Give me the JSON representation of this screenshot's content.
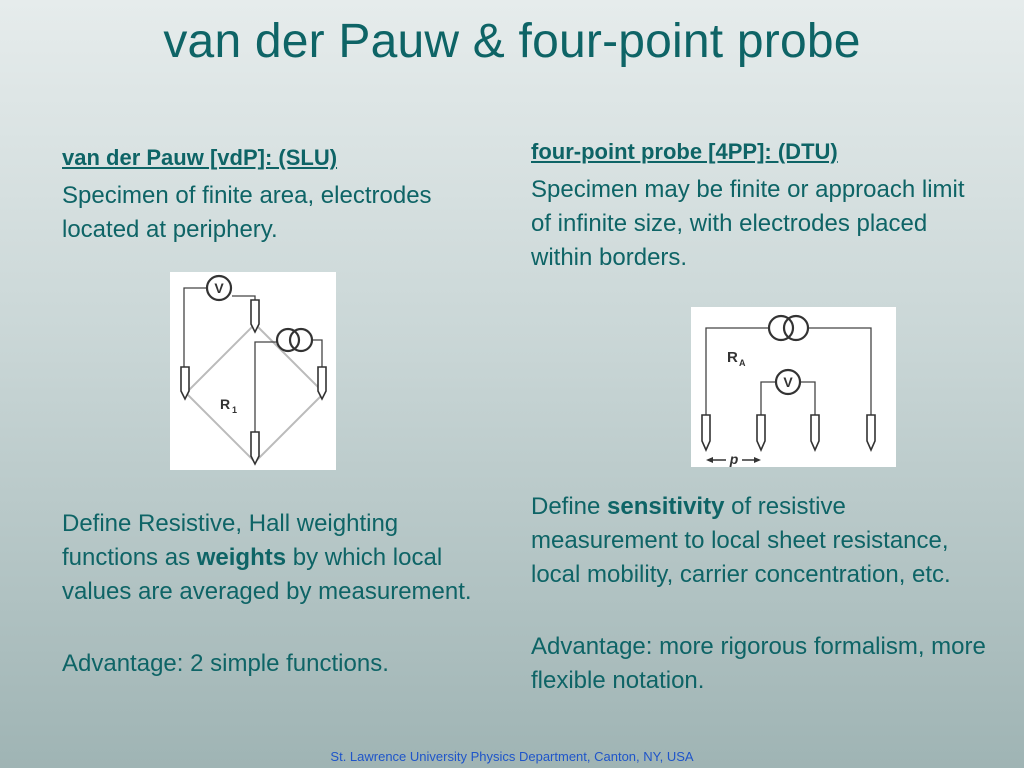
{
  "title": "van der Pauw & four-point probe",
  "left": {
    "heading": "van der Pauw [vdP]: (SLU)",
    "description": "Specimen of finite area, electrodes located at periphery.",
    "figure": {
      "voltmeter_label": "V",
      "resistor_label": "R",
      "resistor_subscript": "1"
    },
    "define_pre": "Define Resistive, Hall weighting functions as ",
    "define_bold": "weights",
    "define_post": " by which local values are averaged by measurement.",
    "advantage": "Advantage: 2 simple functions."
  },
  "right": {
    "heading": "four-point probe [4PP]: (DTU)",
    "description": "Specimen may be finite or approach limit of infinite size, with electrodes placed within borders.",
    "figure": {
      "voltmeter_label": "V",
      "resistor_label": "R",
      "resistor_subscript": "A",
      "spacing_label": "p"
    },
    "define_pre": "Define ",
    "define_bold": "sensitivity",
    "define_post": " of resistive measurement to local sheet resistance, local mobility, carrier concentration, etc.",
    "advantage": "Advantage: more rigorous formalism, more flexible notation."
  },
  "footer": "St. Lawrence University Physics Department, Canton, NY, USA"
}
